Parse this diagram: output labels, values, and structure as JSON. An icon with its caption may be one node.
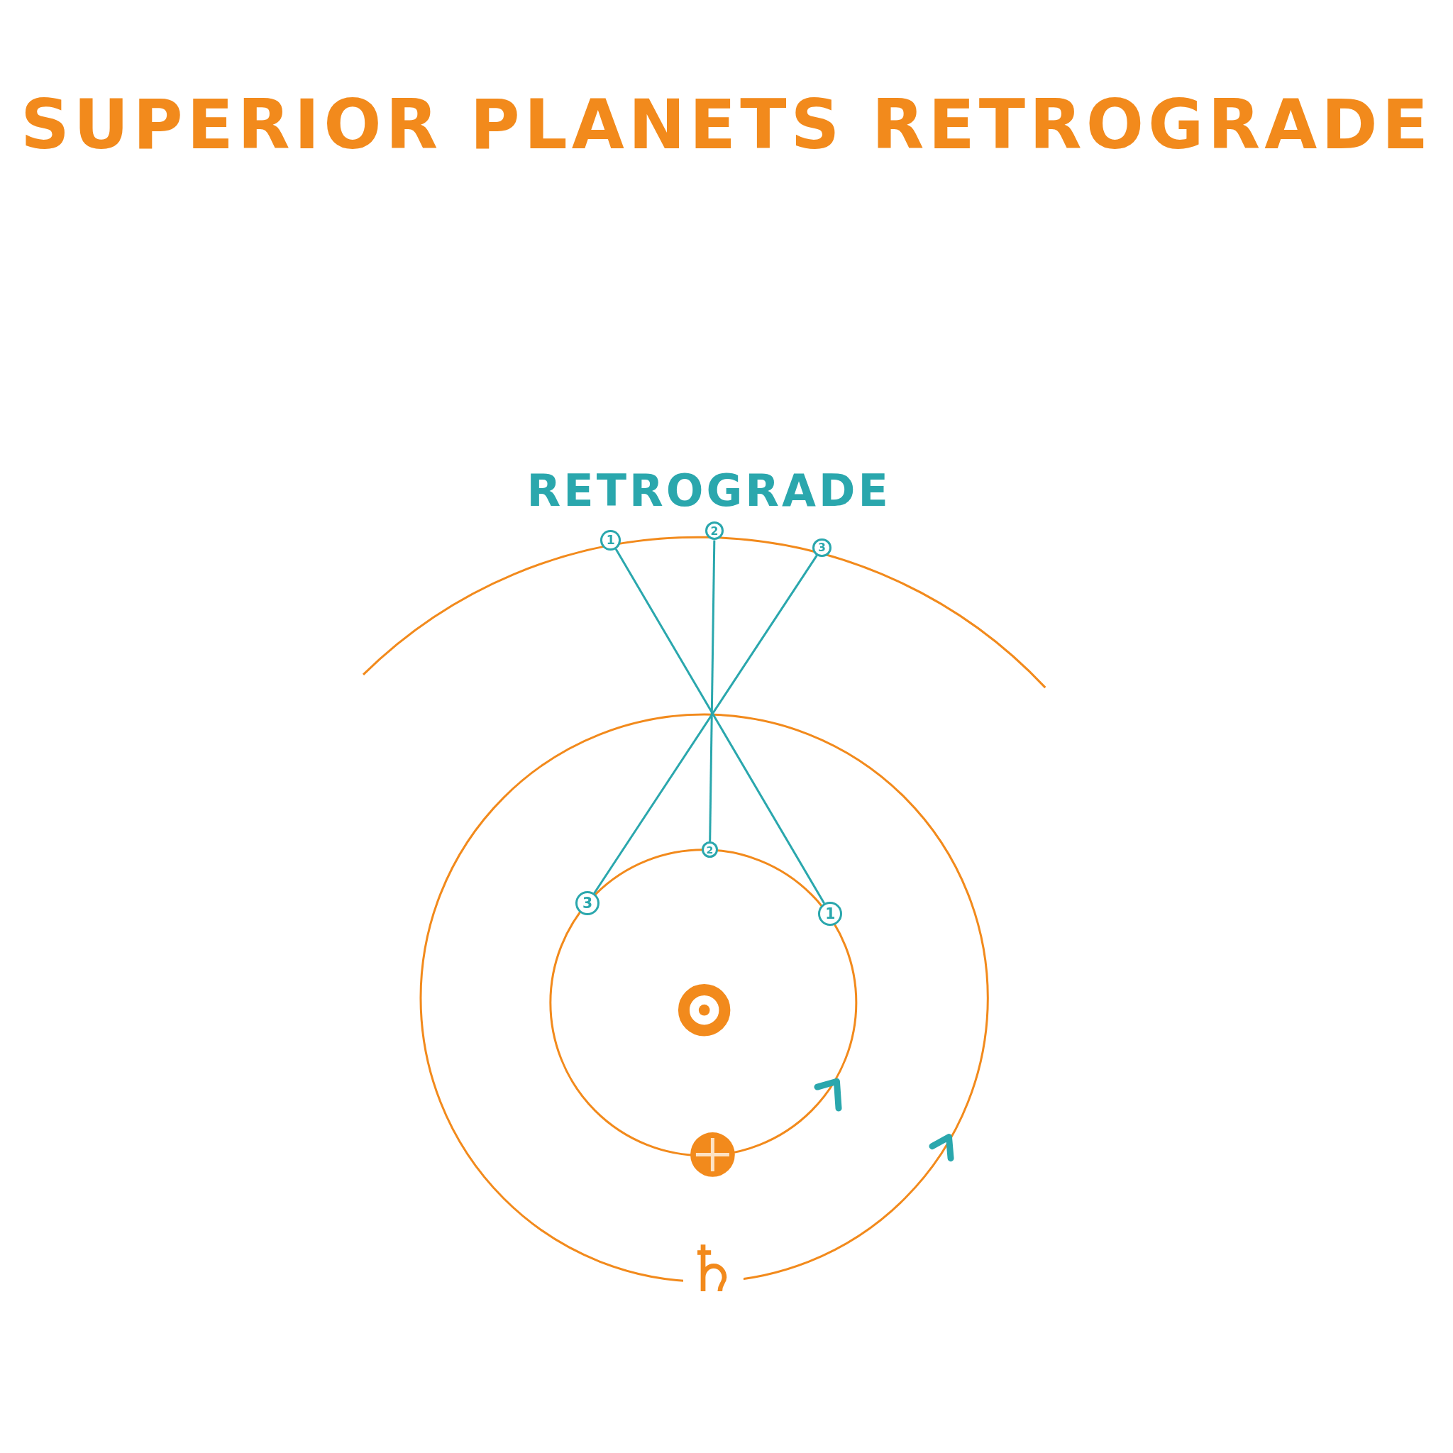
{
  "diagram": {
    "title": "SUPERIOR PLANETS RETROGRADE",
    "nodes": [
      {
        "text": [
          "1"
        ]
      },
      {
        "text": [
          "2"
        ]
      },
      {
        "text": [
          "3"
        ]
      },
      {
        "text": [
          "3"
        ]
      },
      {
        "text": [
          "2"
        ]
      },
      {
        "text": [
          "1"
        ]
      }
    ],
    "edges": [
      {
        "from": 5,
        "to": 0,
        "arrow": "none"
      },
      {
        "from": 4,
        "to": 1,
        "arrow": "none"
      },
      {
        "from": 3,
        "to": 2,
        "arrow": "none"
      }
    ],
    "labels": [
      "RETROGRADE",
      "♄"
    ]
  }
}
